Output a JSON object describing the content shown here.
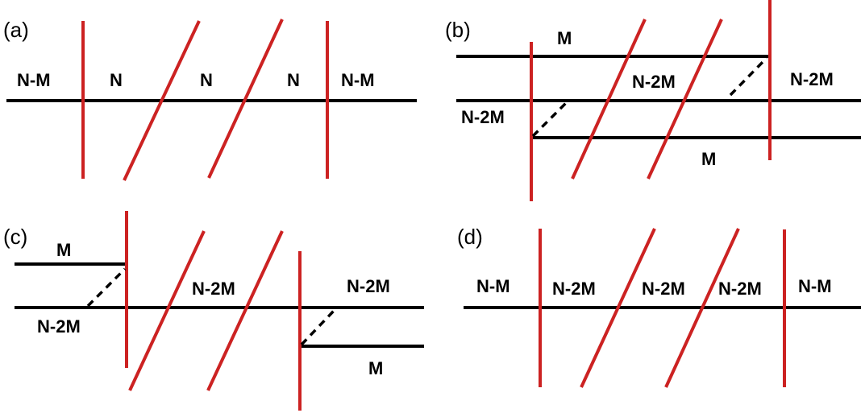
{
  "panels": {
    "a": {
      "tag": "(a)",
      "labels": [
        "N-M",
        "N",
        "N",
        "N",
        "N-M"
      ]
    },
    "b": {
      "tag": "(b)",
      "labels": [
        "M",
        "N-2M",
        "N-2M",
        "N-2M",
        "M"
      ]
    },
    "c": {
      "tag": "(c)",
      "labels": [
        "M",
        "N-2M",
        "N-2M",
        "N-2M",
        "M"
      ]
    },
    "d": {
      "tag": "(d)",
      "labels": [
        "N-M",
        "N-2M",
        "N-2M",
        "N-2M",
        "N-M"
      ]
    }
  },
  "colors": {
    "line": "#000000",
    "wall": "#cc2222"
  }
}
